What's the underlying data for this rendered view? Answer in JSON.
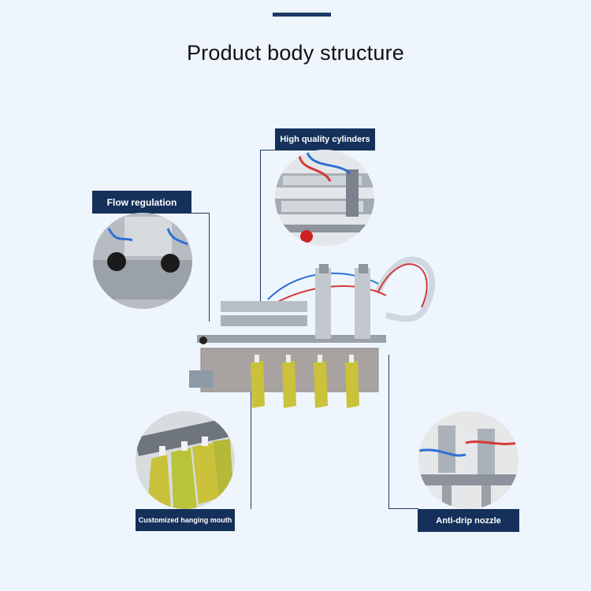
{
  "title": "Product body structure",
  "labels": {
    "cylinders": "High quality cylinders",
    "flow": "Flow regulation",
    "hanging": "Customized hanging mouth",
    "nozzle": "Anti-drip nozzle"
  },
  "colors": {
    "navy": "#15305a",
    "background": "#eef5fc",
    "steel": "#b9bfc6",
    "pouch_yellow": "#c9c23a"
  }
}
